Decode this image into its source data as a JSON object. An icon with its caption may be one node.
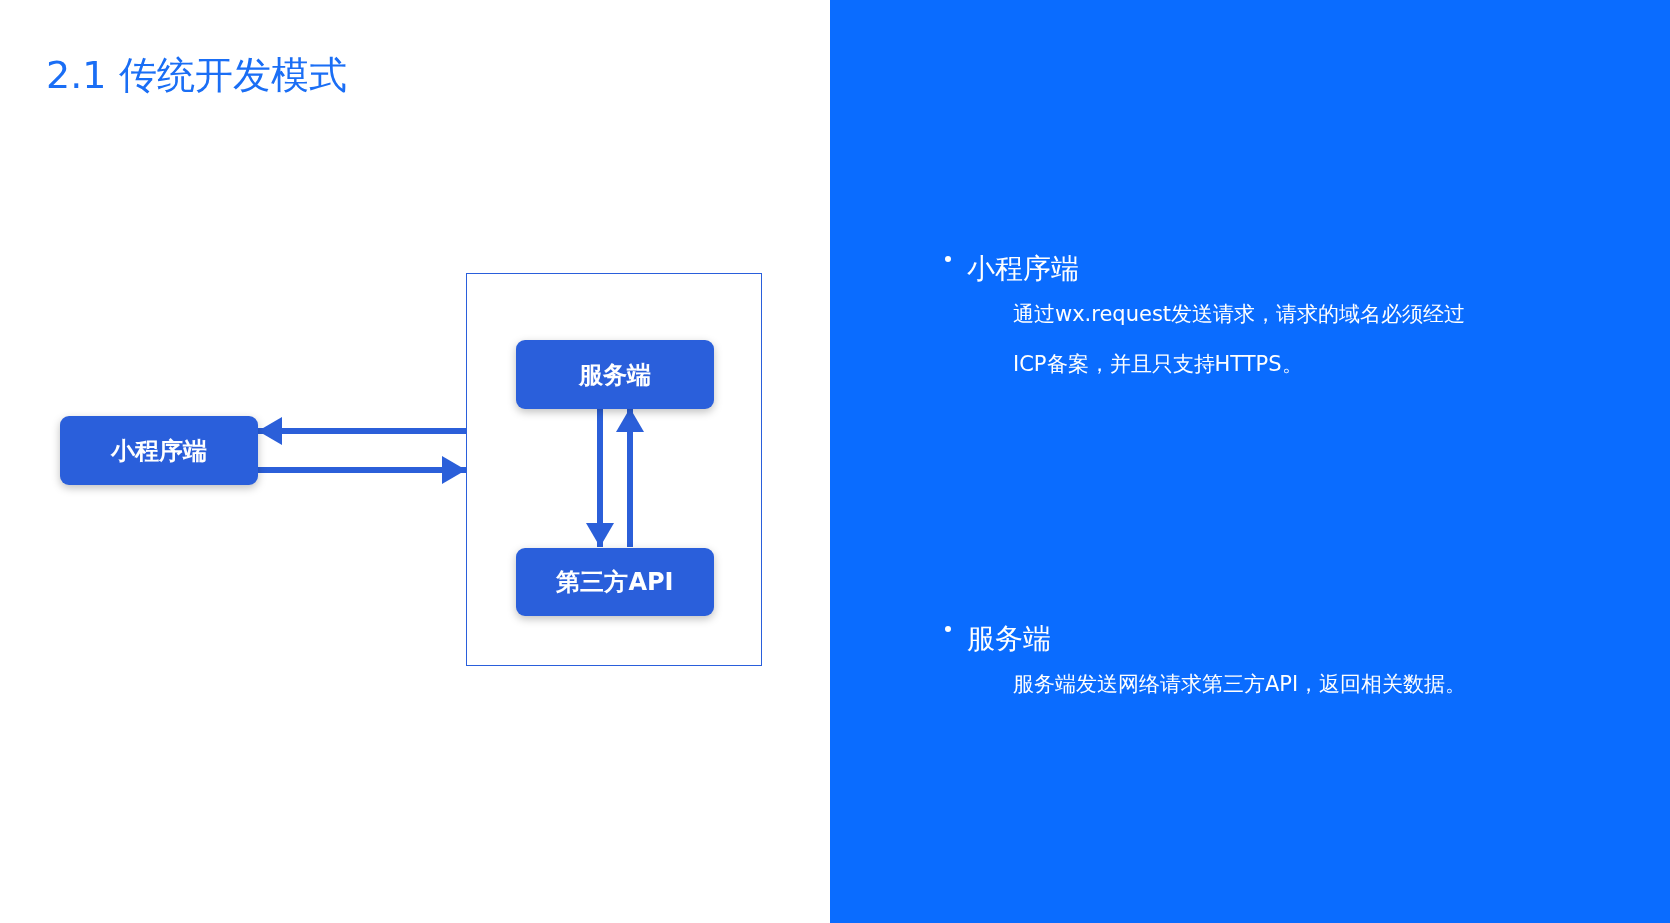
{
  "diagram": {
    "title": "2.1 传统开发模式",
    "nodes": [
      {
        "text": [
          "小程序端"
        ]
      },
      {
        "text": [],
        "shape": "box"
      },
      {
        "text": [
          "服务端"
        ],
        "in": 1
      },
      {
        "text": [
          "第三方API"
        ],
        "in": 1
      }
    ],
    "edges": [
      {
        "from": 1,
        "to": 0,
        "arrow": "to"
      },
      {
        "from": 0,
        "to": 1,
        "arrow": "to"
      },
      {
        "from": 2,
        "to": 3,
        "arrow": "to"
      },
      {
        "from": 3,
        "to": 2,
        "arrow": "to"
      }
    ],
    "labels": [
      "小程序端",
      "通过wx.request发送请求，请求的域名必须经过ICP备案，并且只支持HTTPS。",
      "服务端",
      "服务端发送网络请求第三方API，返回相关数据。"
    ]
  }
}
